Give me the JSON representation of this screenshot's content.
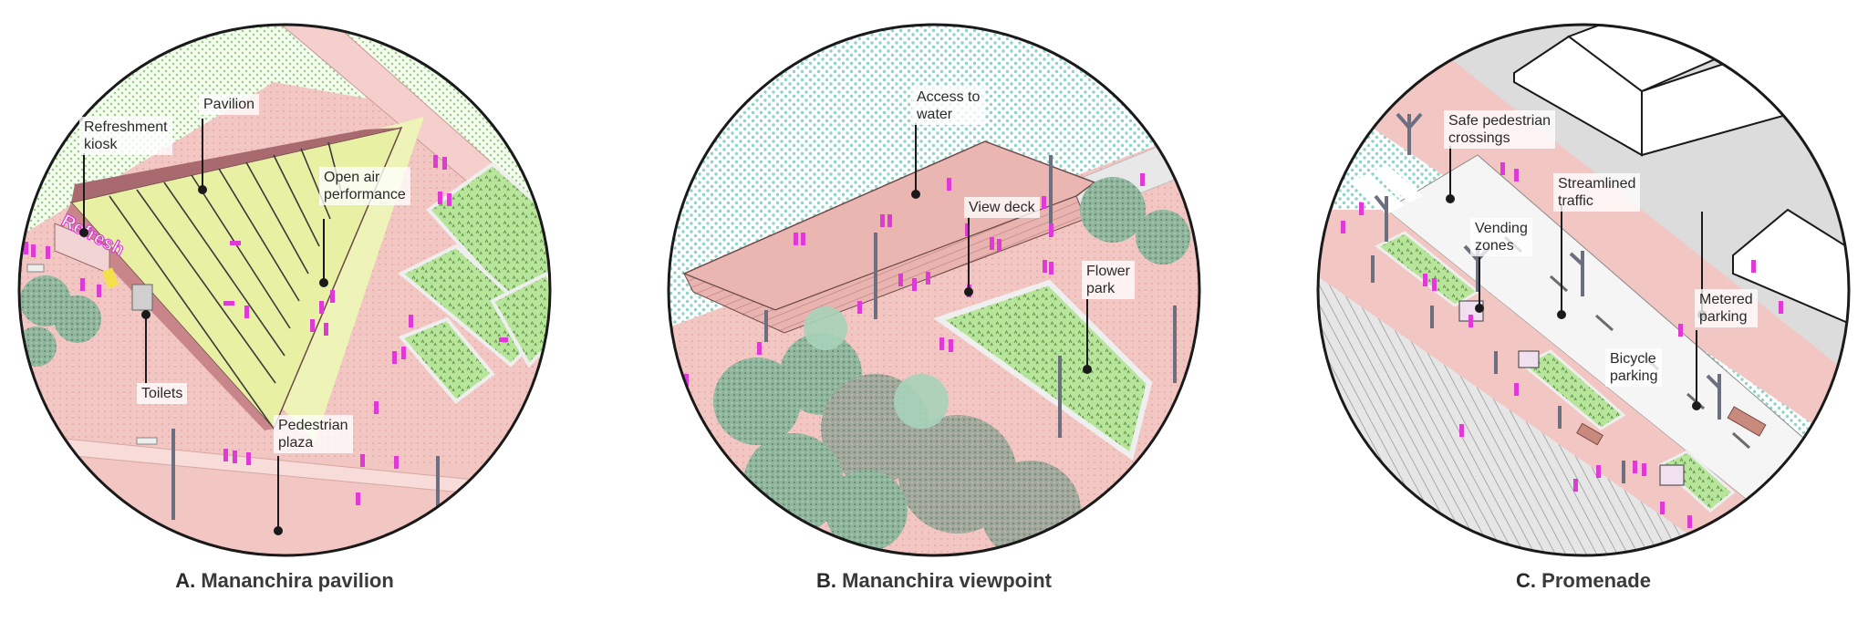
{
  "panels": [
    {
      "letter": "A.",
      "name": "Mananchira pavilion",
      "sign_text": "Refresh",
      "labels": [
        "Pavilion",
        "Refreshment\nkiosk",
        "Open air\nperformance",
        "Toilets",
        "Pedestrian\nplaza"
      ]
    },
    {
      "letter": "B.",
      "name": "Mananchira viewpoint",
      "labels": [
        "Access to\nwater",
        "View deck",
        "Flower\npark"
      ]
    },
    {
      "letter": "C.",
      "name": "Promenade",
      "labels": [
        "Safe pedestrian\ncrossings",
        "Streamlined\ntraffic",
        "Vending\nzones",
        "Metered\nparking",
        "Bicycle\nparking"
      ]
    }
  ],
  "colors": {
    "outline": "#1a1a1a",
    "pink_ground": "#f2c6c2",
    "dark_pink": "#b97b7e",
    "green_dots": "#9ccf88",
    "cyan_dots": "#8fd3c6",
    "lawn": "#b7e59a",
    "pale_yellow": "#eef3b8",
    "people": "#e03ad6",
    "tree": "#7fa890",
    "pole": "#6b6f80",
    "road": "#d4d4d4"
  }
}
